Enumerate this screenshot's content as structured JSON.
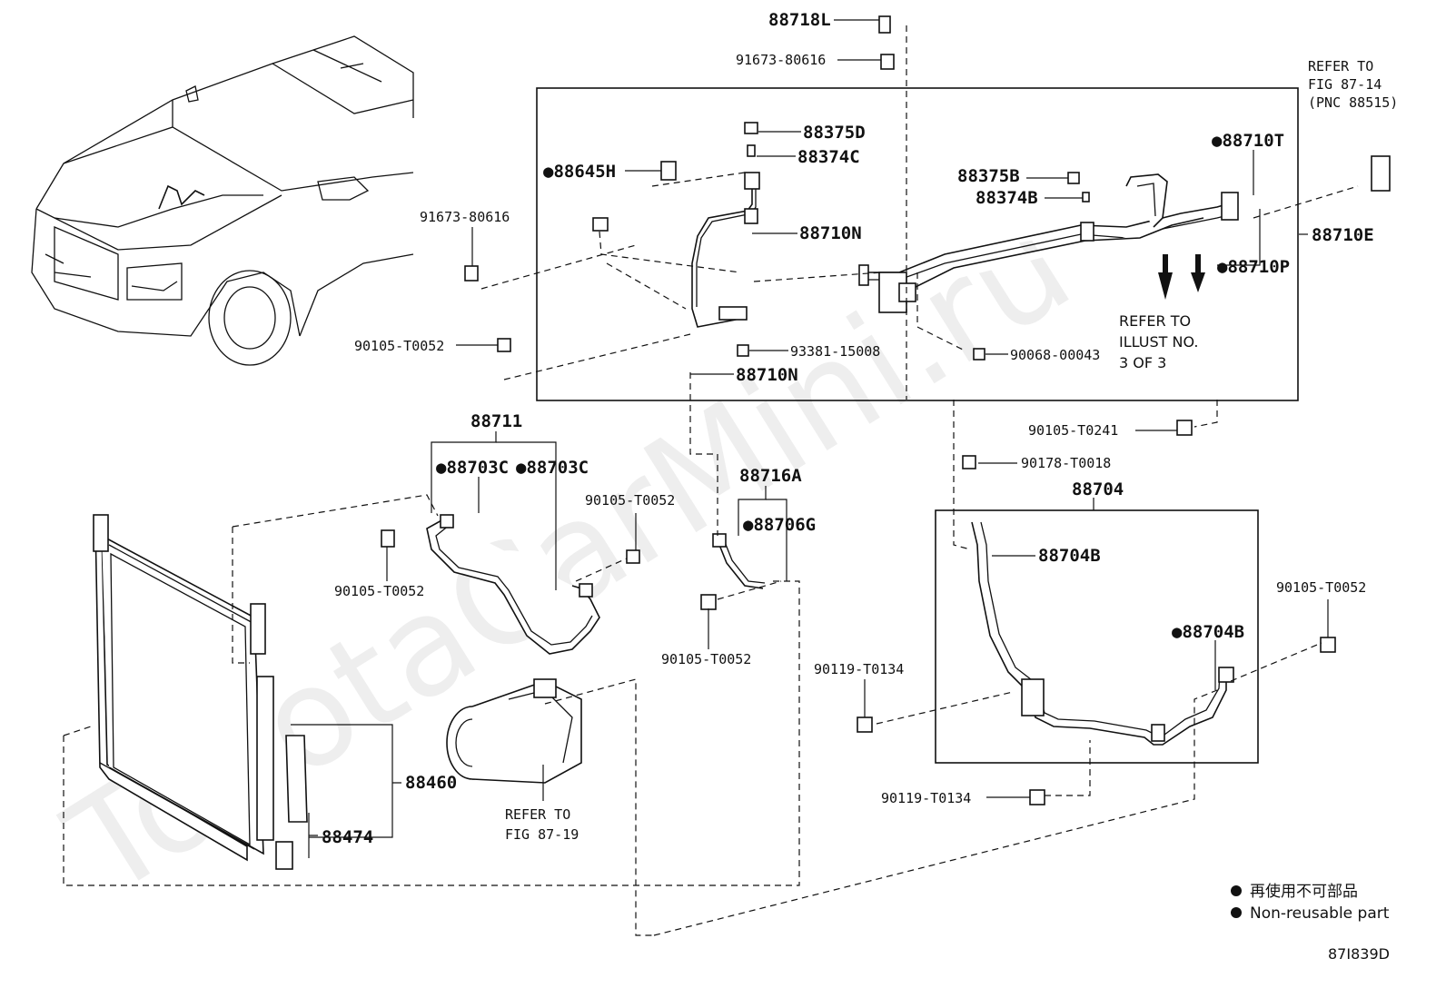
{
  "watermark": "ToyotaCarMini.ru",
  "labels": {
    "p88718L": "88718L",
    "p91673_top": "91673-80616",
    "p88375D": "88375D",
    "p88374C": "88374C",
    "p88645H": "●88645H",
    "p88710N_top": "88710N",
    "p91673_left": "91673-80616",
    "p90105_a": "90105-T0052",
    "p93381": "93381-15008",
    "p88710N_bottom": "88710N",
    "p88375B": "88375B",
    "p88374B": "88374B",
    "p88710T": "●88710T",
    "p88710E": "88710E",
    "p88710P": "●88710P",
    "refer_8714_1": "REFER TO",
    "refer_8714_2": "FIG 87-14",
    "refer_8714_3": "(PNC 88515)",
    "refer_illust_1": "REFER TO",
    "refer_illust_2": "ILLUST NO.",
    "refer_illust_3": "3 OF 3",
    "p90068": "90068-00043",
    "p90105_t0241": "90105-T0241",
    "p90178": "90178-T0018",
    "p88704": "88704",
    "p88704B_top": "88704B",
    "p88704B_bottom": "●88704B",
    "p90105_right": "90105-T0052",
    "p90119_a": "90119-T0134",
    "p90119_b": "90119-T0134",
    "p88711": "88711",
    "p88703C_a": "●88703C",
    "p88703C_b": "●88703C",
    "p90105_b": "90105-T0052",
    "p90105_c": "90105-T0052",
    "p88716A": "88716A",
    "p88706G": "●88706G",
    "p90105_d": "90105-T0052",
    "p88460": "88460",
    "p88474": "88474",
    "refer_8719_1": "REFER TO",
    "refer_8719_2": "FIG 87-19"
  },
  "legend": {
    "line1": "再使用不可部品",
    "line2": "Non-reusable part"
  },
  "illustration_code": "87I839D"
}
